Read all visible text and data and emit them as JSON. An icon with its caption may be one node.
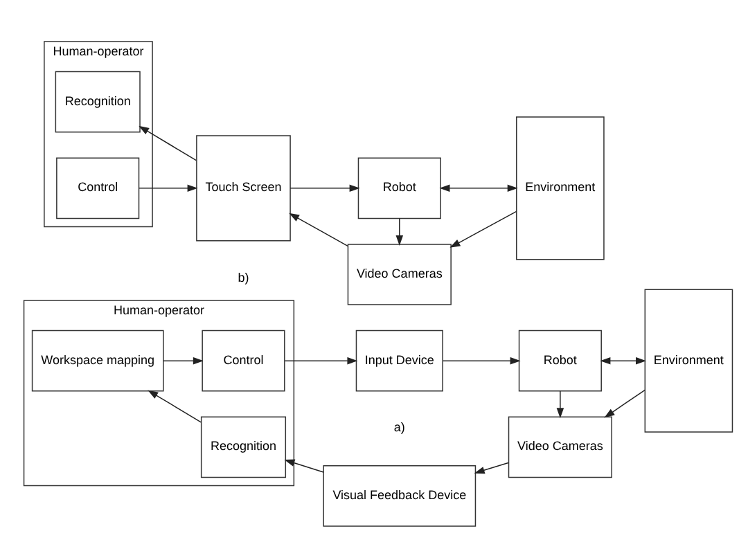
{
  "diagram": {
    "nodes": [
      {
        "text": [
          "Human-operator"
        ]
      },
      {
        "text": [
          "Recognition"
        ],
        "in": 0
      },
      {
        "text": [
          "Workspace mapping"
        ],
        "in": 0
      },
      {
        "text": [
          "Control"
        ],
        "in": 0
      },
      {
        "text": [
          "Visual Feedback Device"
        ]
      },
      {
        "text": [
          "Video Cameras"
        ]
      },
      {
        "text": [
          "Input Device"
        ]
      },
      {
        "text": [
          "Robot"
        ]
      },
      {
        "text": [
          "Environment"
        ]
      },
      {
        "text": [
          "Human-operator"
        ]
      },
      {
        "text": [
          "Recognition"
        ],
        "in": 9
      },
      {
        "text": [
          "Control"
        ],
        "in": 9
      },
      {
        "text": [
          "Touch Screen"
        ]
      },
      {
        "text": [
          "Video Cameras"
        ]
      },
      {
        "text": [
          "Robot"
        ]
      },
      {
        "text": [
          "Environment"
        ]
      }
    ],
    "edges": [
      {
        "from": 4,
        "to": 1,
        "arrow": "to"
      },
      {
        "from": 1,
        "to": 2,
        "arrow": "to"
      },
      {
        "from": 2,
        "to": 3,
        "arrow": "to"
      },
      {
        "from": 3,
        "to": 6,
        "arrow": "to"
      },
      {
        "from": 5,
        "to": 4,
        "arrow": "to"
      },
      {
        "from": 8,
        "to": 5,
        "arrow": "to"
      },
      {
        "from": 7,
        "to": 5,
        "arrow": "to"
      },
      {
        "from": 6,
        "to": 7,
        "arrow": "to"
      },
      {
        "from": 7,
        "to": 8,
        "arrow": "both"
      },
      {
        "from": 12,
        "to": 10,
        "arrow": "to"
      },
      {
        "from": 11,
        "to": 12,
        "arrow": "to"
      },
      {
        "from": 13,
        "to": 12,
        "arrow": "to"
      },
      {
        "from": 15,
        "to": 13,
        "arrow": "to"
      },
      {
        "from": 14,
        "to": 13,
        "arrow": "to"
      },
      {
        "from": 12,
        "to": 14,
        "arrow": "to"
      },
      {
        "from": 14,
        "to": 15,
        "arrow": "both"
      }
    ],
    "labels": [
      "a)",
      "b)"
    ]
  }
}
